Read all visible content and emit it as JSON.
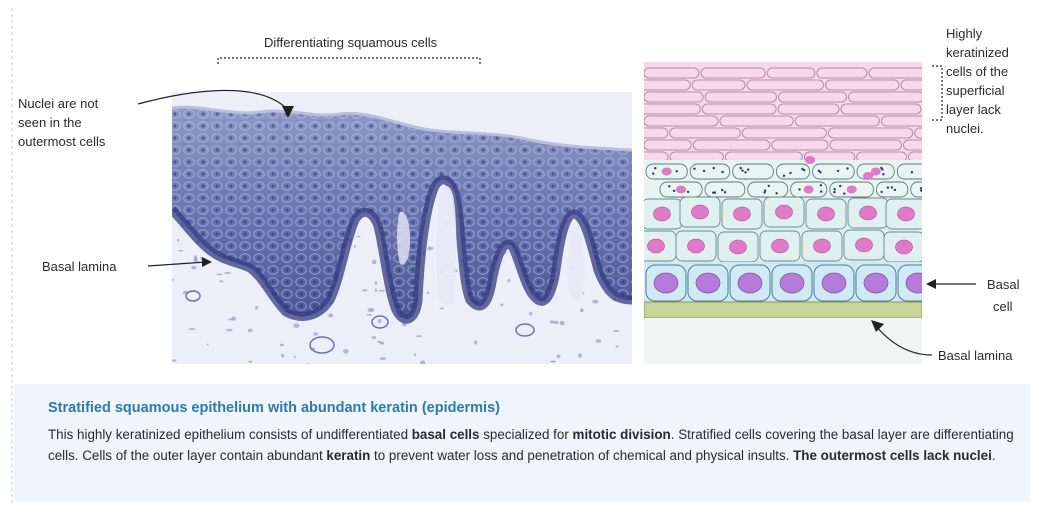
{
  "labels": {
    "top": "Differentiating squamous cells",
    "nuclei_left": [
      "Nuclei are not",
      "seen in the",
      "outermost cells"
    ],
    "basal_lamina_left": "Basal lamina",
    "keratinized_right": [
      "Highly",
      "keratinized",
      "cells of the",
      "superficial",
      "layer lack",
      "nuclei."
    ],
    "basal_cell": [
      "Basal",
      "cell"
    ],
    "basal_lamina_right": "Basal lamina"
  },
  "caption": {
    "title": "Stratified squamous epithelium with abundant keratin (epidermis)",
    "segments": [
      {
        "text": "This highly keratinized epithelium consists of undifferentiated ",
        "bold": false
      },
      {
        "text": "basal cells",
        "bold": true
      },
      {
        "text": " specialized for ",
        "bold": false
      },
      {
        "text": "mitotic division",
        "bold": true
      },
      {
        "text": ". Stratified cells covering the basal layer are differentiating cells. Cells of the outer layer contain abundant ",
        "bold": false
      },
      {
        "text": "keratin",
        "bold": true
      },
      {
        "text": " to prevent water loss and penetration of chemical and physical insults. ",
        "bold": false
      },
      {
        "text": "The outermost cells lack nuclei",
        "bold": true
      },
      {
        "text": ".",
        "bold": false
      }
    ]
  },
  "colors": {
    "micrograph_tissue": "#5f6aa8",
    "micrograph_dark": "#3a4385",
    "diagram_keratin": "#f5d7ec",
    "diagram_cell": "#dff0f0",
    "diagram_basal_cell": "#cfeaf4",
    "nucleus": "#e07ac8",
    "basal_nucleus": "#b57bd8",
    "basal_lamina": "#c9d49a",
    "caption_bg": "#eef6fb",
    "caption_title": "#2e79ae"
  }
}
